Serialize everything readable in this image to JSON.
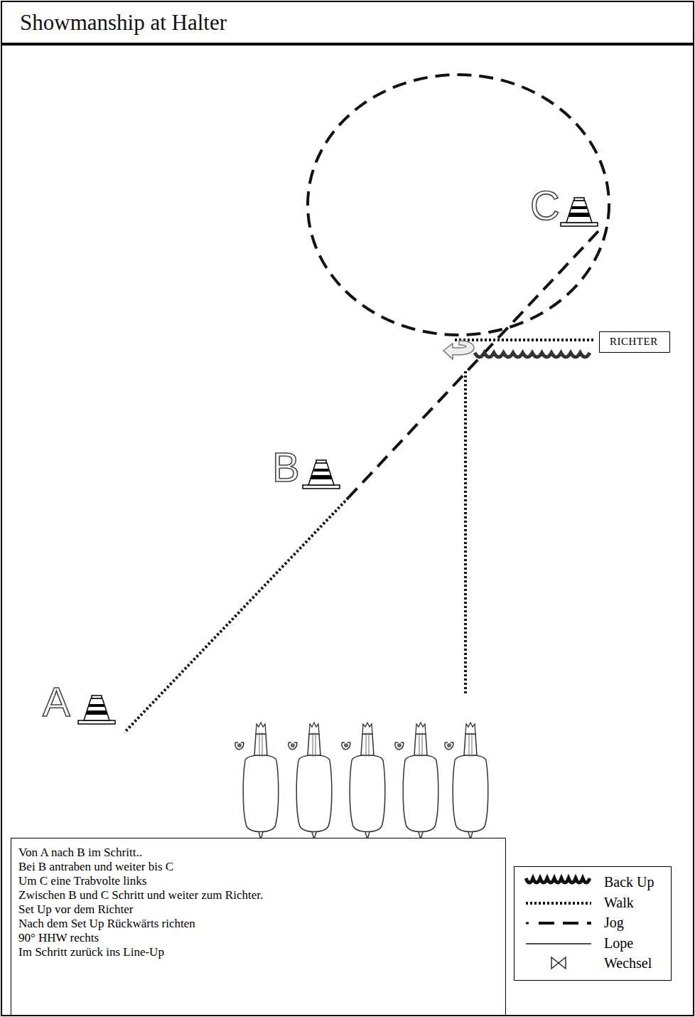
{
  "diagram": {
    "title": "Showmanship at Halter",
    "nodes": [
      {
        "text": [
          "RICHTER"
        ]
      },
      {
        "text": [
          "Von A nach B im Schritt..",
          "Bei B antraben und weiter bis C",
          "Um C eine Trabvolte links",
          "Zwischen B und C Schritt und weiter zum Richter.",
          "Set Up vor dem Richter",
          "Nach dem Set Up Rückwärts richten",
          "90° HHW rechts",
          "Im Schritt zurück ins Line-Up"
        ]
      }
    ],
    "labels": [
      "A",
      "B",
      "C"
    ],
    "legend": [
      {
        "text": "Back Up"
      },
      {
        "text": "Walk"
      },
      {
        "text": "Jog"
      },
      {
        "text": "Lope"
      },
      {
        "text": "Wechsel"
      }
    ]
  }
}
